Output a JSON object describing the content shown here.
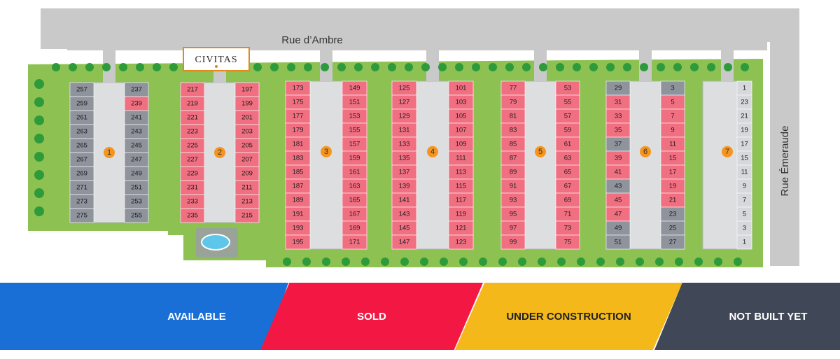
{
  "streets": {
    "top": "Rue d’Ambre",
    "right": "Rue Émeraude"
  },
  "logo": {
    "text": "CIVITAS"
  },
  "colors": {
    "available": "#1a6fd6",
    "sold": "#f31843",
    "under_construction": "#f4b81a",
    "not_built_yet": "#404756",
    "lot_sold": "#f07082",
    "lot_not_built": "#8e939c",
    "lot_built": "#d6d8db",
    "grass": "#8dc152",
    "road": "#c9c9c9",
    "marker": "#f7941d"
  },
  "legend": [
    {
      "key": "available",
      "label": "AVAILABLE",
      "color": "#1a6fd6"
    },
    {
      "key": "sold",
      "label": "SOLD",
      "color": "#f31843"
    },
    {
      "key": "under_construction",
      "label": "UNDER CONSTRUCTION",
      "color": "#f4b81a"
    },
    {
      "key": "not_built_yet",
      "label": "NOT BUILT YET",
      "color": "#404756"
    }
  ],
  "blocks": [
    {
      "number": "1",
      "left": {
        "status": "not_built_yet",
        "lots": [
          "257",
          "259",
          "261",
          "263",
          "265",
          "267",
          "269",
          "271",
          "273",
          "275"
        ]
      },
      "right": {
        "status": "not_built_yet",
        "lots": [
          "237",
          "239",
          "241",
          "243",
          "245",
          "247",
          "249",
          "251",
          "253",
          "255"
        ],
        "overrides": {
          "239": "sold"
        }
      }
    },
    {
      "number": "2",
      "left": {
        "status": "sold",
        "lots": [
          "217",
          "219",
          "221",
          "223",
          "225",
          "227",
          "229",
          "231",
          "233",
          "235"
        ]
      },
      "right": {
        "status": "sold",
        "lots": [
          "197",
          "199",
          "201",
          "203",
          "205",
          "207",
          "209",
          "211",
          "213",
          "215"
        ]
      }
    },
    {
      "number": "3",
      "left": {
        "status": "sold",
        "lots": [
          "173",
          "175",
          "177",
          "179",
          "181",
          "183",
          "185",
          "187",
          "189",
          "191",
          "193",
          "195"
        ]
      },
      "right": {
        "status": "sold",
        "lots": [
          "149",
          "151",
          "153",
          "155",
          "157",
          "159",
          "161",
          "163",
          "165",
          "167",
          "169",
          "171"
        ]
      }
    },
    {
      "number": "4",
      "left": {
        "status": "sold",
        "lots": [
          "125",
          "127",
          "129",
          "131",
          "133",
          "135",
          "137",
          "139",
          "141",
          "143",
          "145",
          "147"
        ]
      },
      "right": {
        "status": "sold",
        "lots": [
          "101",
          "103",
          "105",
          "107",
          "109",
          "111",
          "113",
          "115",
          "117",
          "119",
          "121",
          "123"
        ]
      }
    },
    {
      "number": "5",
      "left": {
        "status": "sold",
        "lots": [
          "77",
          "79",
          "81",
          "83",
          "85",
          "87",
          "89",
          "91",
          "93",
          "95",
          "97",
          "99"
        ]
      },
      "right": {
        "status": "sold",
        "lots": [
          "53",
          "55",
          "57",
          "59",
          "61",
          "63",
          "65",
          "67",
          "69",
          "71",
          "73",
          "75"
        ]
      }
    },
    {
      "number": "6",
      "left": {
        "status": "sold",
        "lots": [
          "29",
          "31",
          "33",
          "35",
          "37",
          "39",
          "41",
          "43",
          "45",
          "47",
          "49",
          "51"
        ],
        "overrides": {
          "29": "not_built_yet",
          "37": "not_built_yet",
          "43": "not_built_yet",
          "49": "not_built_yet",
          "51": "not_built_yet"
        }
      },
      "right": {
        "status": "sold",
        "lots": [
          "3",
          "5",
          "7",
          "9",
          "11",
          "15",
          "17",
          "19",
          "21",
          "23",
          "25",
          "27"
        ],
        "overrides": {
          "3": "not_built_yet",
          "23": "not_built_yet",
          "25": "not_built_yet",
          "27": "not_built_yet"
        }
      }
    },
    {
      "number": "7",
      "left": {
        "status": "built",
        "lots": []
      },
      "right": {
        "status": "built",
        "lots": [
          "1",
          "23",
          "21",
          "19",
          "17",
          "15",
          "11",
          "9",
          "7",
          "5",
          "3",
          "1"
        ]
      }
    }
  ]
}
